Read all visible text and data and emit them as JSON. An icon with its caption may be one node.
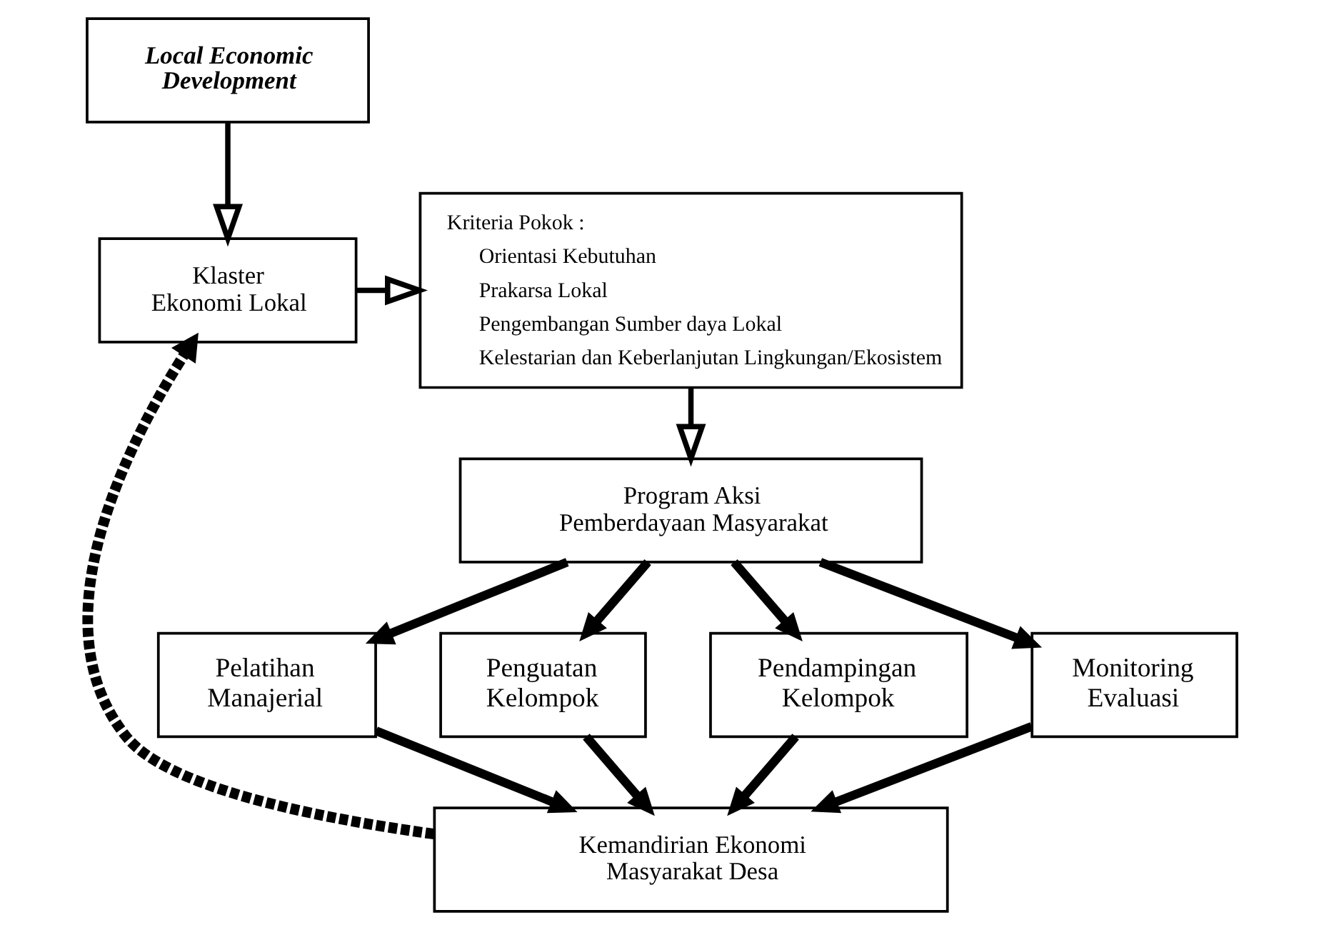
{
  "diagram": {
    "nodes": [
      {
        "text": [
          "Local Economic Development"
        ]
      },
      {
        "text": [
          "Klaster Ekonomi Lokal"
        ]
      },
      {
        "text": [
          "Kriteria Pokok :",
          "Orientasi Kebutuhan",
          "Prakarsa Lokal",
          "Pengembangan Sumber daya Lokal",
          "Kelestarian dan Keberlanjutan Lingkungan/Ekosistem"
        ]
      },
      {
        "text": [
          "Program Aksi Pemberdayaan Masyarakat"
        ]
      },
      {
        "text": [
          "Pelatihan Manajerial"
        ]
      },
      {
        "text": [
          "Penguatan Kelompok"
        ]
      },
      {
        "text": [
          "Pendampingan Kelompok"
        ]
      },
      {
        "text": [
          "Monitoring Evaluasi"
        ]
      },
      {
        "text": [
          "Kemandirian Ekonomi Masyarakat Desa"
        ]
      }
    ],
    "edges": [
      {
        "from": 0,
        "to": 1,
        "arrow": "to"
      },
      {
        "from": 1,
        "to": 2,
        "arrow": "to"
      },
      {
        "from": 2,
        "to": 3,
        "arrow": "to"
      },
      {
        "from": 3,
        "to": 4,
        "arrow": "to"
      },
      {
        "from": 3,
        "to": 5,
        "arrow": "to"
      },
      {
        "from": 3,
        "to": 6,
        "arrow": "to"
      },
      {
        "from": 3,
        "to": 7,
        "arrow": "to"
      },
      {
        "from": 4,
        "to": 8,
        "arrow": "to"
      },
      {
        "from": 5,
        "to": 8,
        "arrow": "to"
      },
      {
        "from": 6,
        "to": 8,
        "arrow": "to"
      },
      {
        "from": 7,
        "to": 8,
        "arrow": "to"
      },
      {
        "from": 8,
        "to": 1,
        "arrow": "to",
        "style": "dashed"
      }
    ]
  }
}
